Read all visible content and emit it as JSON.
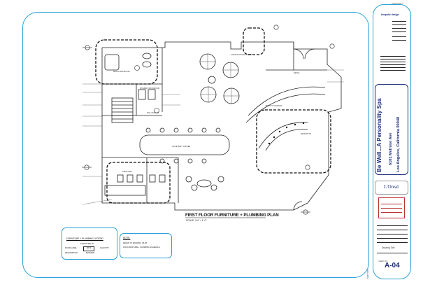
{
  "sheet": {
    "corner_brand": "GRAPHISOFT",
    "studio_name": "bespoke design",
    "project_name": "Be Well...A Personality Spa",
    "address_line1": "6101 Melrose Ave",
    "address_line2": "Los Angeles, California 90048",
    "client_logo": "L'Oreal",
    "drawing_title_label": "Drawing Title",
    "sheet_number_label": "SHEET NO.",
    "sheet_number": "A-04",
    "section_label": "SECTION"
  },
  "plan": {
    "title": "FIRST FLOOR FURNITURE + PLUMBING PLAN",
    "scale": "SCALE: 1/4\"  =  1'-0\"",
    "rooms": {
      "mens_bathroom": "MEN'S BATHROOM",
      "womens_bathroom": "WOMEN'S BATHROOM",
      "consultation": "CONSULTATION ROOMS",
      "retail": "RETAIL",
      "beauty_stations": "BEAUTY STATIONS",
      "reception": "RECEPTION",
      "juice_bar": "JUICE BAR / COFFEE",
      "nail_station": "NAIL STATION",
      "pedicure": "PEDICURE"
    }
  },
  "legend": {
    "title": "FURNITURE + PLUMBING LEGEND",
    "line1": "FURNITURE No.",
    "room_label": "ROOM LABEL",
    "tag": "B47 S",
    "quantity": "QUANTITY",
    "description": "DESCRIPTION",
    "material": "MATERIAL"
  },
  "note": {
    "title": "NOTE:",
    "line1": "REFER TO DRAWING C5-08",
    "line2": "FOR FURNITURE + PLUMBING SCHEDULE"
  },
  "colors": {
    "frame": "#2aa3d8",
    "title_block_text": "#1a2d7a",
    "linework": "#222222"
  }
}
